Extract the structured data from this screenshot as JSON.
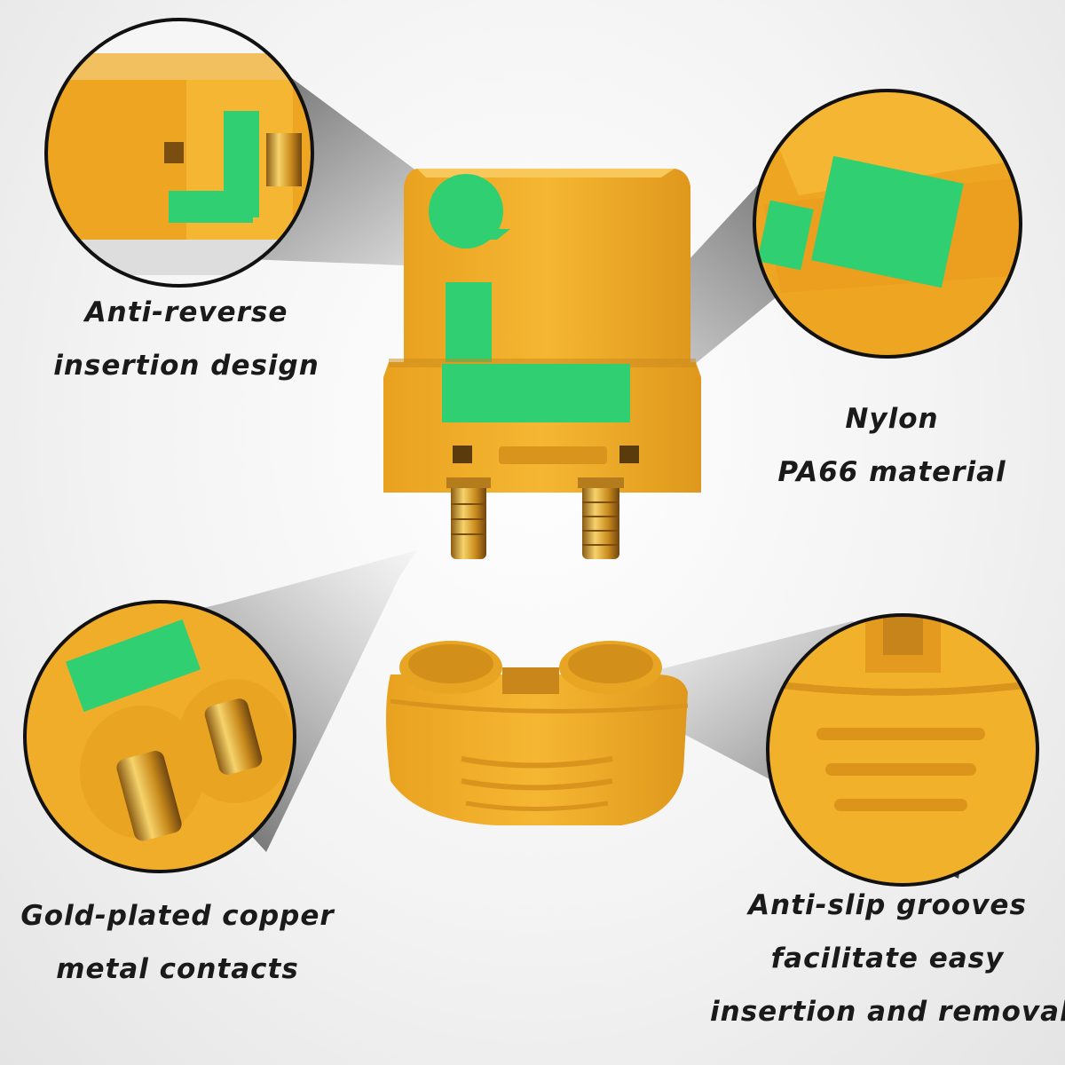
{
  "colors": {
    "connector_yellow": "#f2b12a",
    "connector_shadow": "#d7921a",
    "insulator_green": "#2fcf72",
    "gold_contact": "#d9a32e",
    "text": "#1a1a1a"
  },
  "callouts": {
    "anti_reverse": {
      "line1": "Anti-reverse",
      "line2": "insertion design"
    },
    "nylon": {
      "line1": "Nylon",
      "line2": "PA66 material"
    },
    "gold_contacts": {
      "line1": "Gold-plated copper",
      "line2": "metal contacts"
    },
    "grooves": {
      "line1": "Anti-slip grooves",
      "line2": "facilitate easy",
      "line3": "insertion and removal"
    }
  }
}
